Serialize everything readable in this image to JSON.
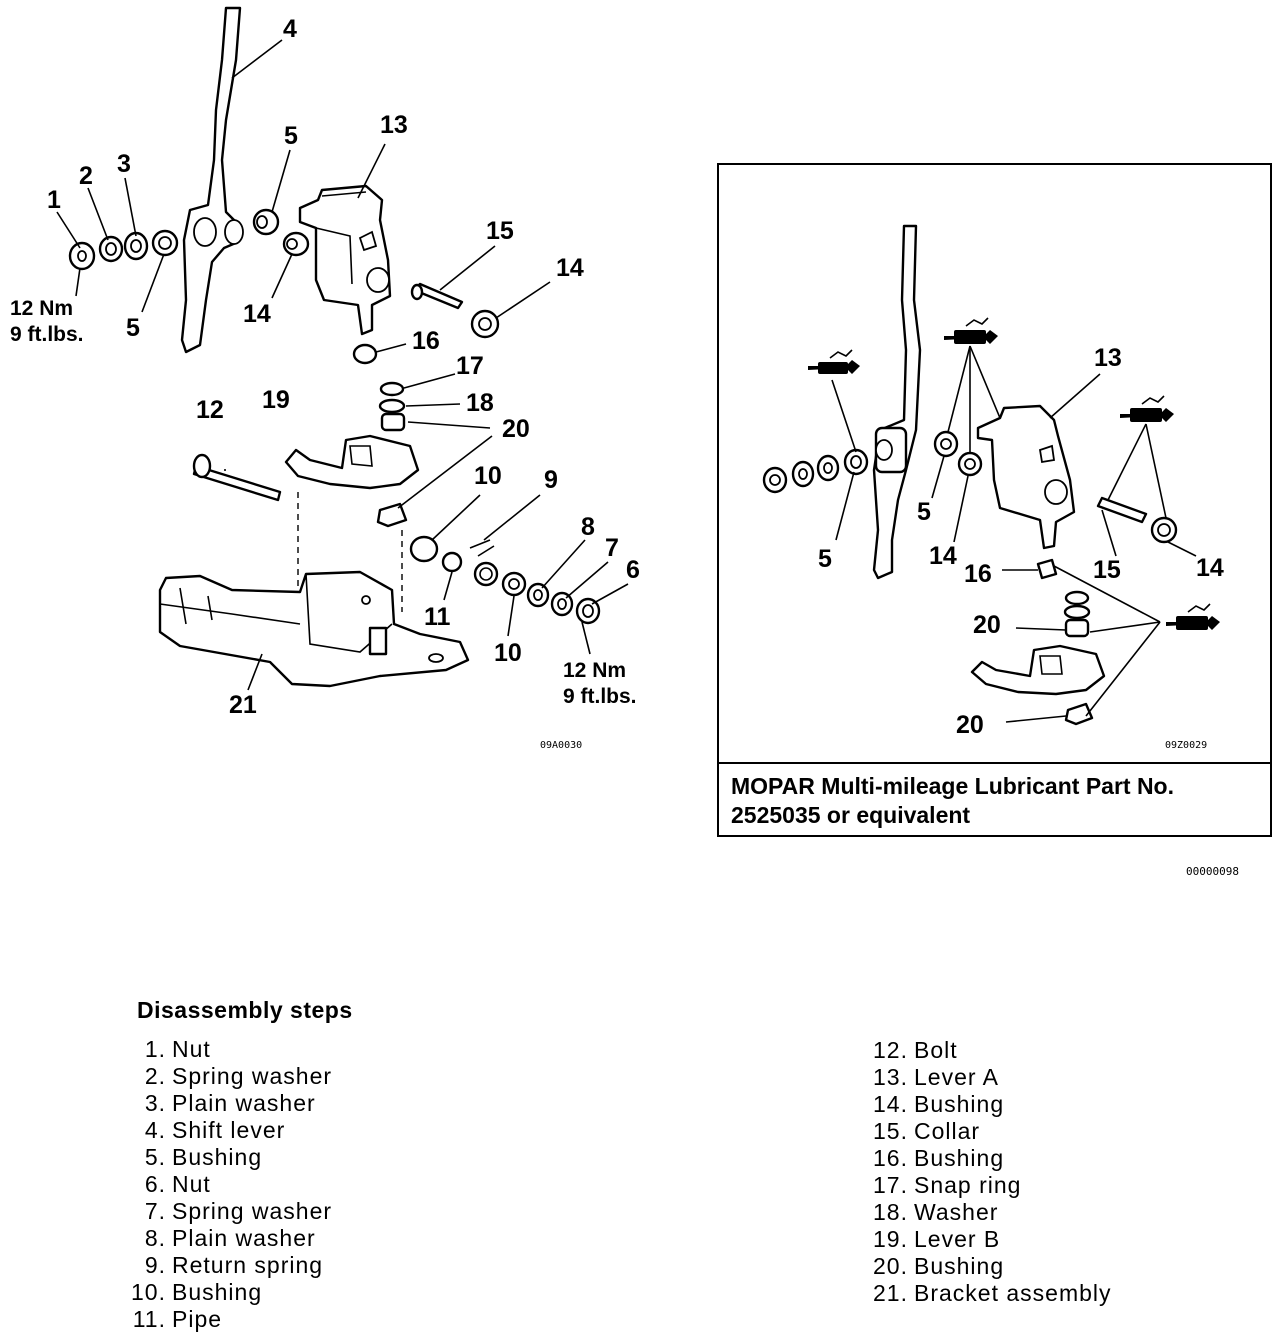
{
  "main_diagram": {
    "labels": [
      "4",
      "13",
      "5",
      "3",
      "2",
      "1",
      "15",
      "14",
      "5",
      "14",
      "16",
      "17",
      "18",
      "20",
      "12",
      "19",
      "10",
      "9",
      "8",
      "7",
      "6",
      "11",
      "10",
      "21"
    ],
    "torque_left": [
      "12 Nm",
      "9 ft.lbs."
    ],
    "torque_right": [
      "12 Nm",
      "9 ft.lbs."
    ],
    "figure_code": "09A0030"
  },
  "inset": {
    "labels": [
      "13",
      "5",
      "14",
      "16",
      "15",
      "14",
      "5",
      "20",
      "20"
    ],
    "figure_code": "09Z0029",
    "caption": [
      "MOPAR Multi-mileage Lubricant Part No.",
      "2525035 or equivalent"
    ],
    "outer_code": "00000098"
  },
  "steps": {
    "title": "Disassembly steps",
    "left": [
      {
        "num": "1.",
        "text": "Nut"
      },
      {
        "num": "2.",
        "text": "Spring washer"
      },
      {
        "num": "3.",
        "text": "Plain washer"
      },
      {
        "num": "4.",
        "text": "Shift lever"
      },
      {
        "num": "5.",
        "text": "Bushing"
      },
      {
        "num": "6.",
        "text": "Nut"
      },
      {
        "num": "7.",
        "text": "Spring washer"
      },
      {
        "num": "8.",
        "text": "Plain washer"
      },
      {
        "num": "9.",
        "text": "Return spring"
      },
      {
        "num": "10.",
        "text": "Bushing"
      },
      {
        "num": "11.",
        "text": "Pipe"
      }
    ],
    "right": [
      {
        "num": "12.",
        "text": "Bolt"
      },
      {
        "num": "13.",
        "text": "Lever A"
      },
      {
        "num": "14.",
        "text": "Bushing"
      },
      {
        "num": "15.",
        "text": "Collar"
      },
      {
        "num": "16.",
        "text": "Bushing"
      },
      {
        "num": "17.",
        "text": "Snap ring"
      },
      {
        "num": "18.",
        "text": "Washer"
      },
      {
        "num": "19.",
        "text": "Lever B"
      },
      {
        "num": "20.",
        "text": "Bushing"
      },
      {
        "num": "21.",
        "text": "Bracket assembly"
      }
    ]
  }
}
